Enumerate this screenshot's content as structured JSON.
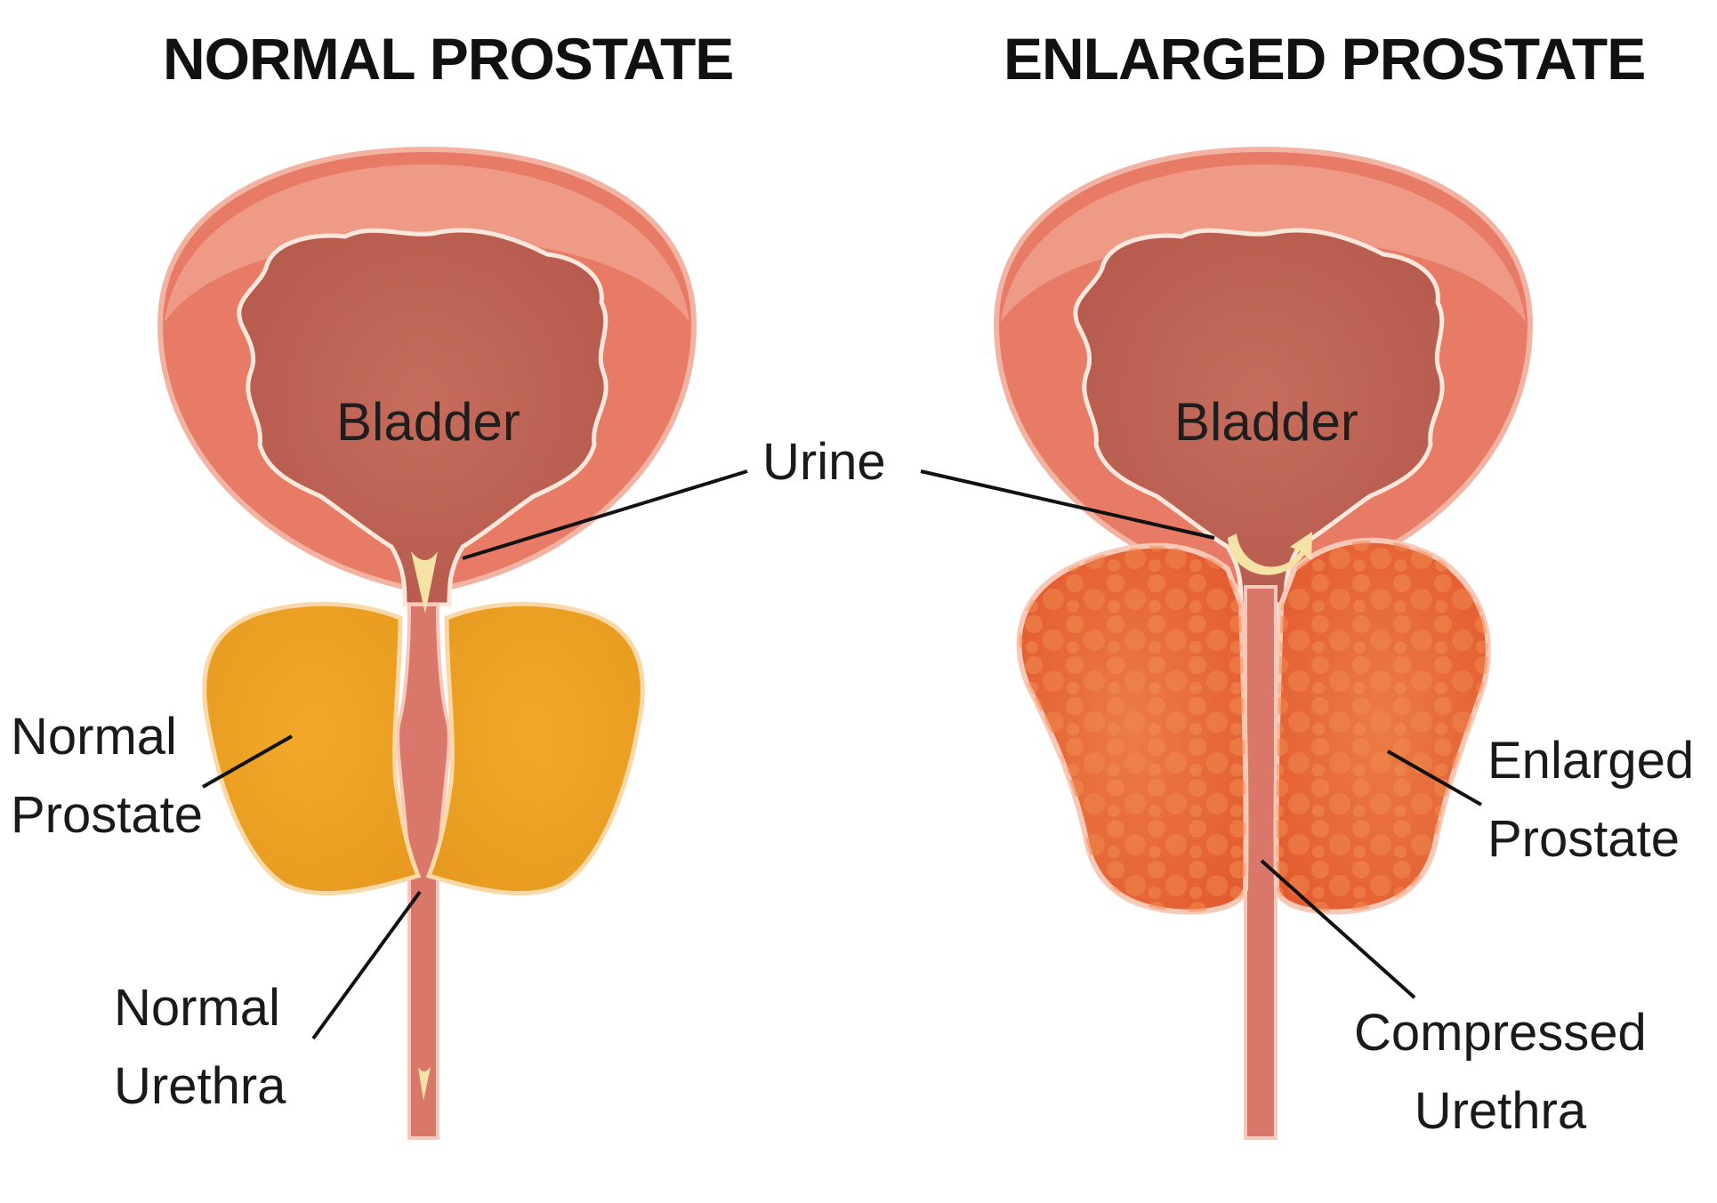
{
  "normal": {
    "title": "NORMAL PROSTATE",
    "bladder_label": "Bladder",
    "prostate_label": [
      "Normal",
      "Prostate"
    ],
    "urethra_label": [
      "Normal",
      "Urethra"
    ]
  },
  "enlarged": {
    "title": "ENLARGED PROSTATE",
    "bladder_label": "Bladder",
    "prostate_label": [
      "Enlarged",
      "Prostate"
    ],
    "urethra_label": [
      "Compressed",
      "Urethra"
    ]
  },
  "shared": {
    "urine_label": "Urine"
  },
  "colors": {
    "bladder_outer": "#e9806c",
    "bladder_rim": "#efa08c",
    "bladder_inner": "#c8695a",
    "normal_prostate": "#f0a425",
    "enlarged_prostate": "#e8693c",
    "urine_arrow": "#f4e0a0",
    "leader_line": "#111111"
  }
}
